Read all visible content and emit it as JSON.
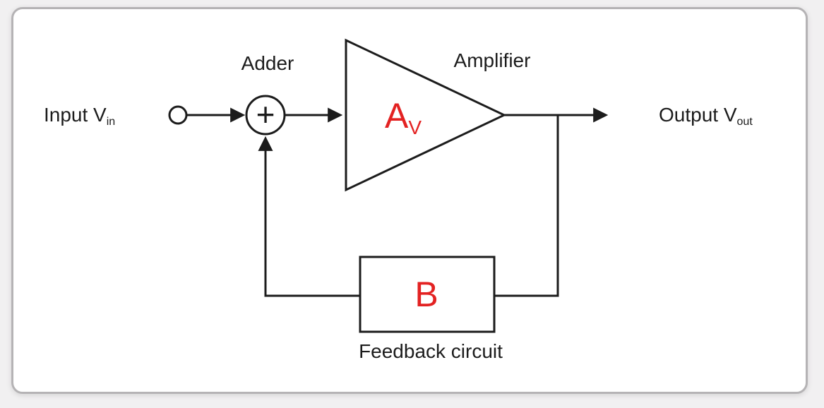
{
  "labels": {
    "input_main": "Input V",
    "input_sub": "in",
    "adder": "Adder",
    "adder_symbol": "+",
    "amplifier": "Amplifier",
    "gain_main": "A",
    "gain_sub": "V",
    "output_main": "Output V",
    "output_sub": "out",
    "feedback_gain": "B",
    "feedback_caption": "Feedback circuit"
  },
  "colors": {
    "accent_red": "#e32222",
    "line": "#1c1c1c",
    "card_background": "#ffffff",
    "page_background": "#f1f0f1",
    "card_border": "#b5b3b5"
  }
}
